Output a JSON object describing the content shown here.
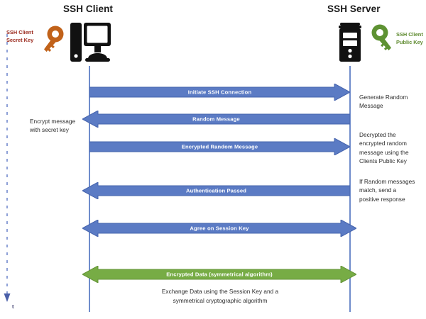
{
  "diagram": {
    "title": "SSH handshake sequence diagram",
    "colors": {
      "arrow_blue": "#5b7bc4",
      "arrow_blue_stroke": "#4664ad",
      "arrow_green": "#77ac45",
      "arrow_green_stroke": "#659439",
      "lifeline": "#6f8ccb",
      "secret_key_text": "#9b2a1e",
      "secret_key_icon": "#c1621a",
      "public_key_text": "#5e8a2f",
      "public_key_icon": "#5e9233",
      "note_text": "#2c2c2c",
      "time_axis": "#5a6fae"
    }
  },
  "actors": {
    "client": {
      "title": "SSH Client",
      "icon": "desktop-computer-icon",
      "key": {
        "icon": "key-icon",
        "label": "SSH Client\nSecret Key"
      }
    },
    "server": {
      "title": "SSH Server",
      "icon": "server-tower-icon",
      "key": {
        "icon": "key-icon",
        "label": "SSH Client\nPublic Key"
      }
    }
  },
  "messages": [
    {
      "id": "initiate",
      "label": "Initiate SSH Connection",
      "direction": "right",
      "color": "blue"
    },
    {
      "id": "random",
      "label": "Random Message",
      "direction": "left",
      "color": "blue"
    },
    {
      "id": "encrypted",
      "label": "Encrypted Random Message",
      "direction": "right",
      "color": "blue"
    },
    {
      "id": "authpassed",
      "label": "Authentication Passed",
      "direction": "left",
      "color": "blue"
    },
    {
      "id": "session",
      "label": "Agree on Session Key",
      "direction": "both",
      "color": "blue"
    },
    {
      "id": "data",
      "label": "Encrypted Data (symmetrical algorithm)",
      "direction": "both",
      "color": "green"
    }
  ],
  "notes": {
    "left": [
      {
        "id": "encrypt-note",
        "text": "Encrypt message\nwith secret key"
      }
    ],
    "right": [
      {
        "id": "generate-note",
        "text": "Generate Random\nMessage"
      },
      {
        "id": "decrypt-note",
        "text": "Decrypted the\nencrypted random\nmessage using the\nClients Public Key"
      },
      {
        "id": "match-note",
        "text": "If Random messages\nmatch, send a\npositive response"
      }
    ],
    "caption": "Exchange Data using the Session Key and a\nsymmetrical cryptographic algorithm"
  },
  "time_axis": {
    "label": "t",
    "style": "dashed-down-arrow"
  }
}
